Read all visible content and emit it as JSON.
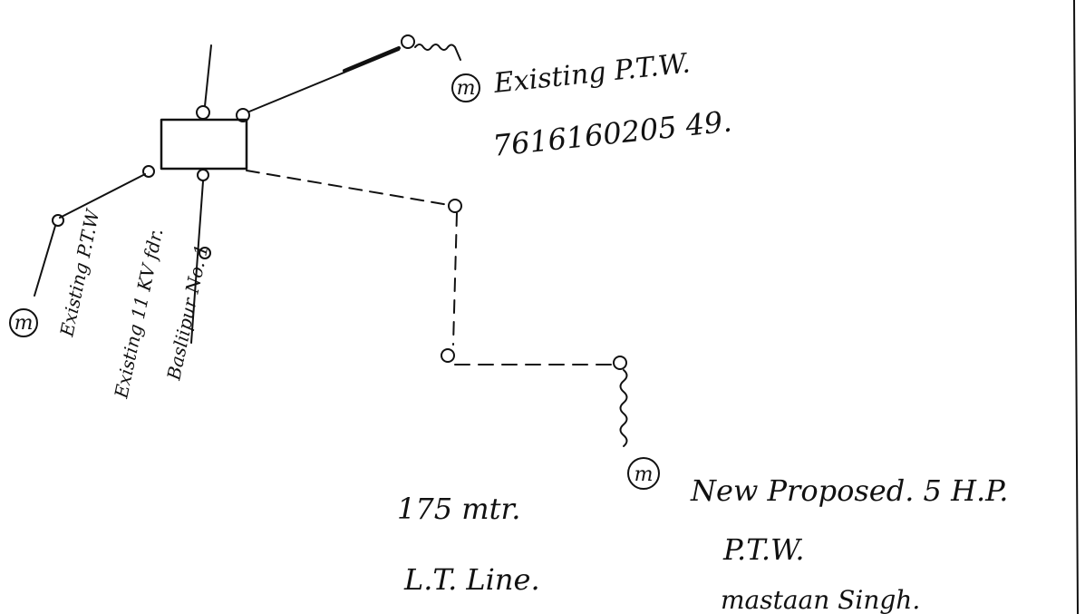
{
  "colors": {
    "ink": "#111111",
    "paper": "#ffffff"
  },
  "motor": {
    "symbol": "m"
  },
  "labels": {
    "existing_ptw_top": "Existing P.T.W.",
    "phone_number": "7616160205 49.",
    "existing_ptw_left": "Existing P.T.W",
    "existing_feeder_line1": "Existing 11 KV fdr.",
    "existing_feeder_line2": "Basliipur No. 1",
    "distance": "175 mtr.",
    "line_type": "L.T. Line.",
    "new_proposed": "New Proposed. 5 H.P.",
    "ptw": "P.T.W.",
    "owner": "mastaan Singh."
  }
}
